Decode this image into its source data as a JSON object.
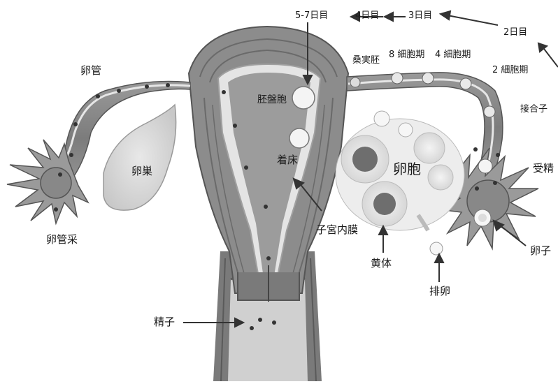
{
  "labels": {
    "oviduct": "卵管",
    "ovary": "卵巣",
    "fimbria": "卵管采",
    "blastocyst": "胚盤胞",
    "implantation": "着床",
    "endometrium": "子宮内膜",
    "sperm": "精子",
    "corpus_luteum": "黄体",
    "ovulation": "排卵",
    "follicle": "卵胞",
    "ovum": "卵子",
    "fertilization": "受精",
    "zygote": "接合子",
    "morula": "桑実胚",
    "cell8": "8 細胞期",
    "cell4": "4 細胞期",
    "cell2": "2 細胞期"
  },
  "days": {
    "d57": "5-7日目",
    "d4": "4日目",
    "d3": "3日目",
    "d2": "2日目"
  },
  "colors": {
    "tissue": "#8a8a8a",
    "tissue_dark": "#5e5e5e",
    "tissue_light": "#c4c4c4",
    "lining": "#e2e2e2",
    "text": "#1a1a1a"
  }
}
